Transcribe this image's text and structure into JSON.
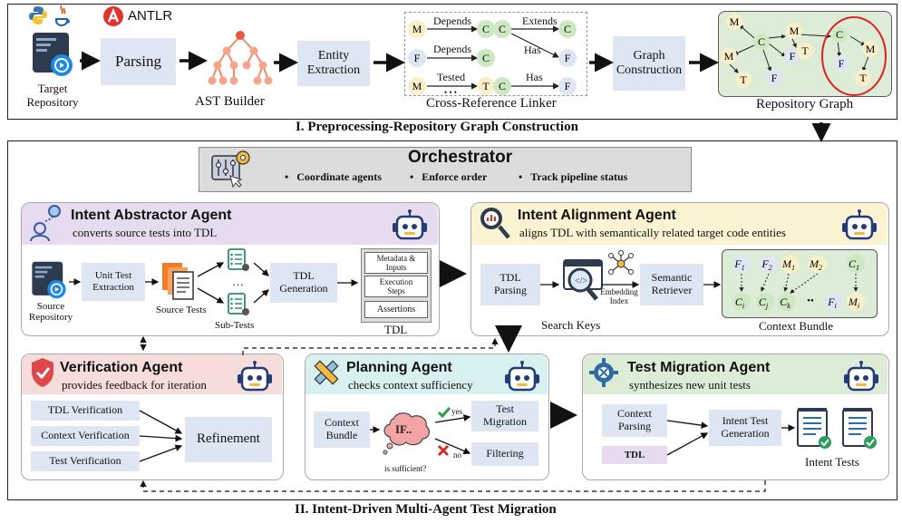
{
  "section1": {
    "title": "I. Preprocessing-Repository Graph Construction",
    "antlr_label": "ANTLR",
    "target_repo_label": "Target\nRepository",
    "parsing": "Parsing",
    "ast_builder": "AST Builder",
    "entity_extraction": "Entity\nExtraction",
    "cross_ref_linker": "Cross-Reference Linker",
    "edge_depends": "Depends",
    "edge_extends": "Extends",
    "edge_has": "Has",
    "edge_tested": "Tested",
    "ellipsis": "• • •",
    "graph_construction": "Graph\nConstruction",
    "repository_graph": "Repository Graph",
    "node_m": "M",
    "node_c": "C",
    "node_f": "F",
    "node_t": "T"
  },
  "section2": {
    "title": "II. Intent-Driven Multi-Agent Test Migration",
    "orchestrator": {
      "title": "Orchestrator",
      "items": [
        "Coordinate agents",
        "Enforce order",
        "Track pipeline status"
      ]
    },
    "intent_abstractor": {
      "title": "Intent Abstractor Agent",
      "subtitle": "converts source tests into TDL",
      "source_repo": "Source\nRepository",
      "unit_test_extraction": "Unit Test\nExtraction",
      "source_tests": "Source Tests",
      "sub_tests": "Sub-Tests",
      "dots": "…",
      "tdl_generation": "TDL\nGeneration",
      "tdl_parts": [
        "Metadata &\nInputs",
        "Execution\nSteps",
        "Assertions"
      ],
      "tdl_label": "TDL"
    },
    "intent_alignment": {
      "title": "Intent Alignment Agent",
      "subtitle": "aligns TDL with semantically related target code entities",
      "tdl_parsing": "TDL\nParsing",
      "search_keys": "Search Keys",
      "embedding_index": "Embedding\nIndex",
      "semantic_retriever": "Semantic\nRetriever",
      "context_bundle": "Context Bundle",
      "top_entities": [
        "F",
        "F",
        "M",
        "M",
        "C"
      ],
      "top_subs": [
        "1",
        "2",
        "1",
        "2",
        "1"
      ],
      "bottom_entities": [
        "C",
        "C",
        "C",
        "F",
        "M"
      ],
      "bottom_subs": [
        "i",
        "j",
        "k",
        "i",
        "i"
      ],
      "dots": "••"
    },
    "verification": {
      "title": "Verification Agent",
      "subtitle": "provides feedback for iteration",
      "items": [
        "TDL Verification",
        "Context Verification",
        "Test Verification"
      ],
      "refinement": "Refinement"
    },
    "planning": {
      "title": "Planning Agent",
      "subtitle": "checks context sufficiency",
      "context_bundle": "Context\nBundle",
      "if_label": "IF..",
      "is_sufficient": "is  sufficient?",
      "yes": "yes",
      "no": "no",
      "test_migration": "Test\nMigration",
      "filtering": "Filtering"
    },
    "test_migration": {
      "title": "Test Migration Agent",
      "subtitle": "synthesizes new unit tests",
      "context_parsing": "Context\nParsing",
      "tdl": "TDL",
      "intent_test_generation": "Intent Test\nGeneration",
      "intent_tests": "Intent Tests"
    }
  },
  "colors": {
    "blue_box": "#dfe6f3",
    "green_node": "#cfe8c4",
    "yellow_node": "#fbefc8",
    "purple_header": "#e7dcef",
    "yellow_header": "#fbf3d2",
    "red_header": "#f7dcdc",
    "teal_header": "#d8f0f0",
    "green_header": "#dcecd6",
    "orchestrator": "#dcdcdc",
    "red_circle": "#e02020"
  }
}
